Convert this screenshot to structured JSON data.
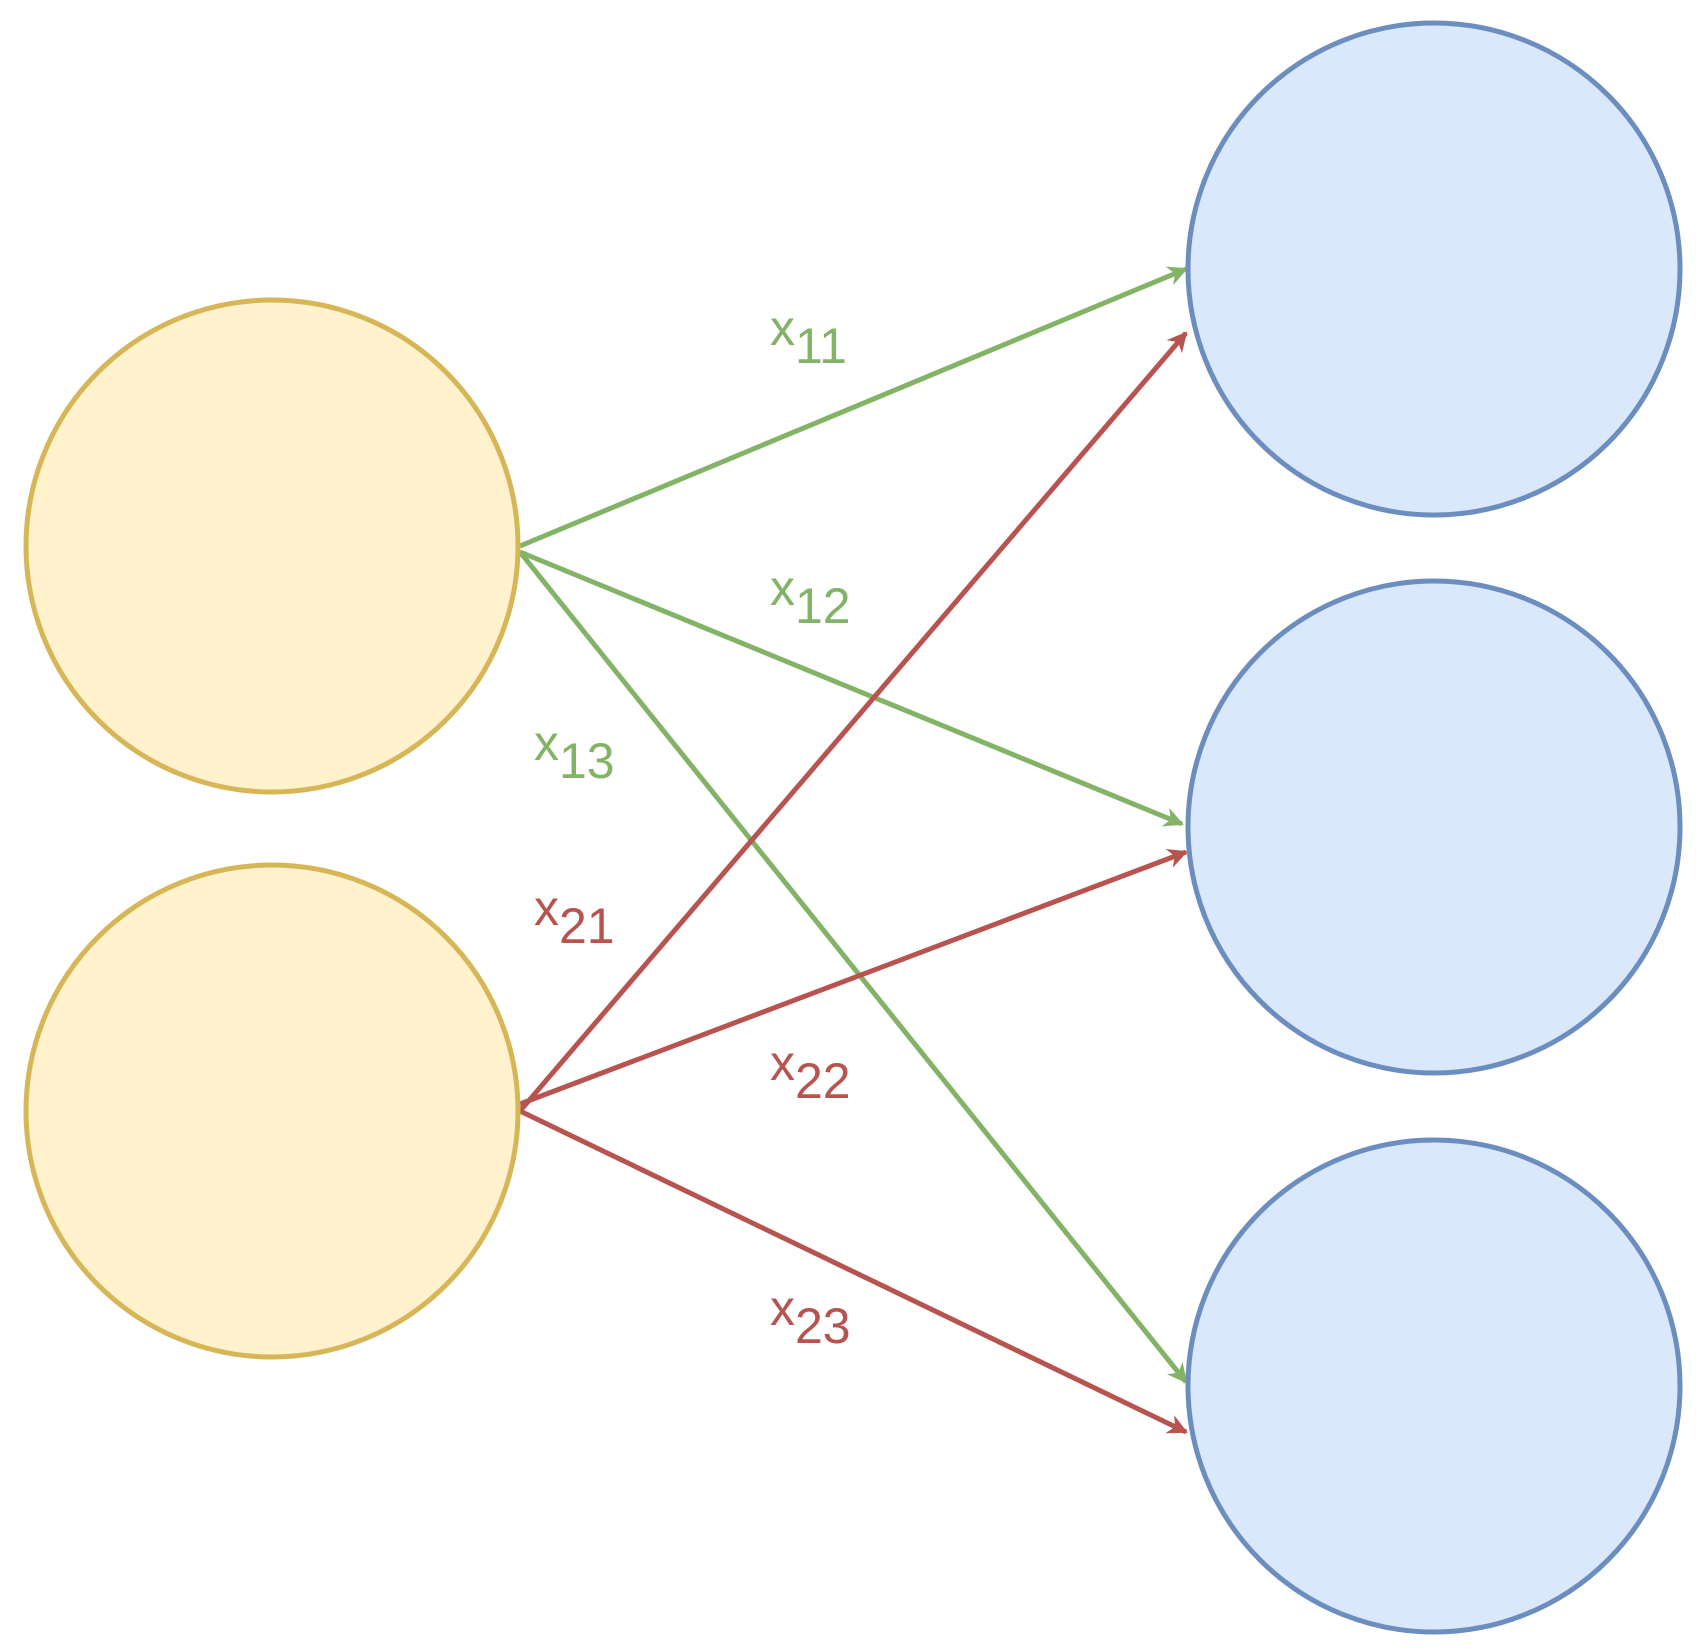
{
  "colors": {
    "source_fill": "#fff2cc",
    "source_stroke": "#d6b656",
    "target_fill": "#dae8fc",
    "target_stroke": "#6c8ebf",
    "green": "#82b366",
    "red": "#b85450"
  },
  "sources": [
    {
      "id": "s1"
    },
    {
      "id": "s2"
    }
  ],
  "targets": [
    {
      "id": "t1"
    },
    {
      "id": "t2"
    },
    {
      "id": "t3"
    }
  ],
  "edges": [
    {
      "from": "s1",
      "to": "t1",
      "color": "green",
      "label": {
        "base": "x",
        "sub": "11"
      }
    },
    {
      "from": "s1",
      "to": "t2",
      "color": "green",
      "label": {
        "base": "x",
        "sub": "12"
      }
    },
    {
      "from": "s1",
      "to": "t3",
      "color": "green",
      "label": {
        "base": "x",
        "sub": "13"
      }
    },
    {
      "from": "s2",
      "to": "t1",
      "color": "red",
      "label": {
        "base": "x",
        "sub": "21"
      }
    },
    {
      "from": "s2",
      "to": "t2",
      "color": "red",
      "label": {
        "base": "x",
        "sub": "22"
      }
    },
    {
      "from": "s2",
      "to": "t3",
      "color": "red",
      "label": {
        "base": "x",
        "sub": "23"
      }
    }
  ]
}
